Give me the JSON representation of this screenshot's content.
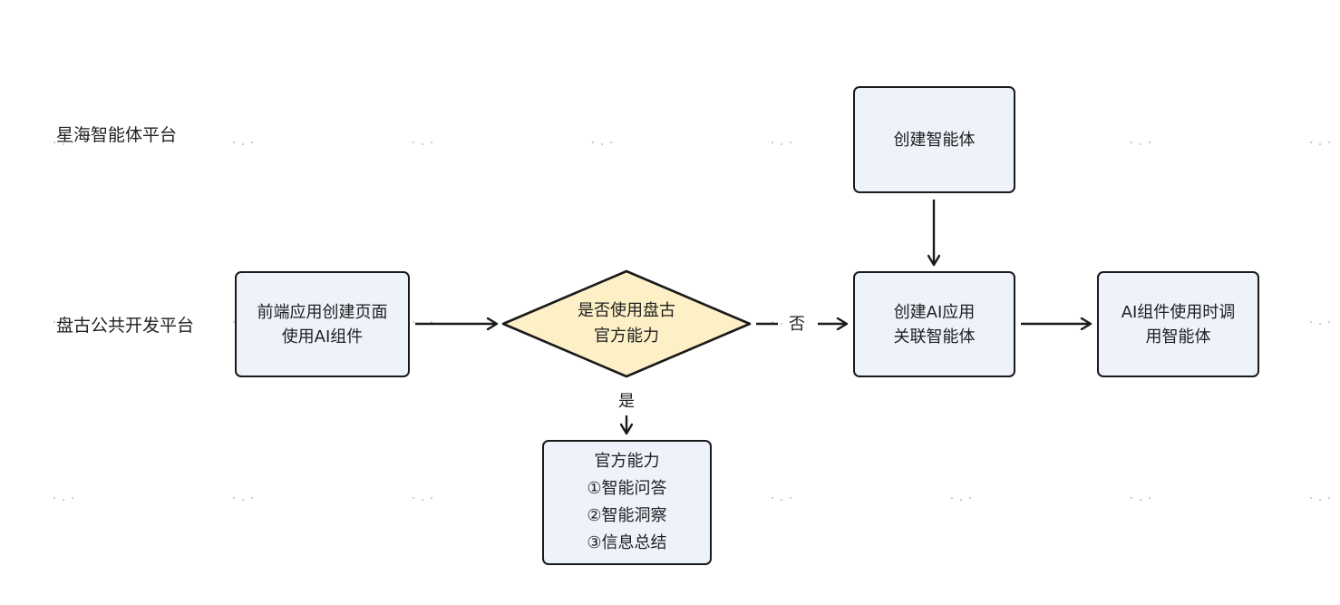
{
  "lanes": {
    "top": "星海智能体平台",
    "middle": "盘古公共开发平台"
  },
  "nodes": {
    "create_agent": "创建智能体",
    "frontend": [
      "前端应用创建页面",
      "使用AI组件"
    ],
    "decision": [
      "是否使用盘古",
      "官方能力"
    ],
    "create_ai_app": [
      "创建AI应用",
      "关联智能体"
    ],
    "call_agent": [
      "AI组件使用时调",
      "用智能体"
    ],
    "official": [
      "官方能力",
      "①智能问答",
      "②智能洞察",
      "③信息总结"
    ]
  },
  "edges": {
    "no": "否",
    "yes": "是"
  },
  "colors": {
    "node_fill": "#eef2fb",
    "decision_fill": "#fdefc6",
    "stroke": "#1a1a1a"
  }
}
